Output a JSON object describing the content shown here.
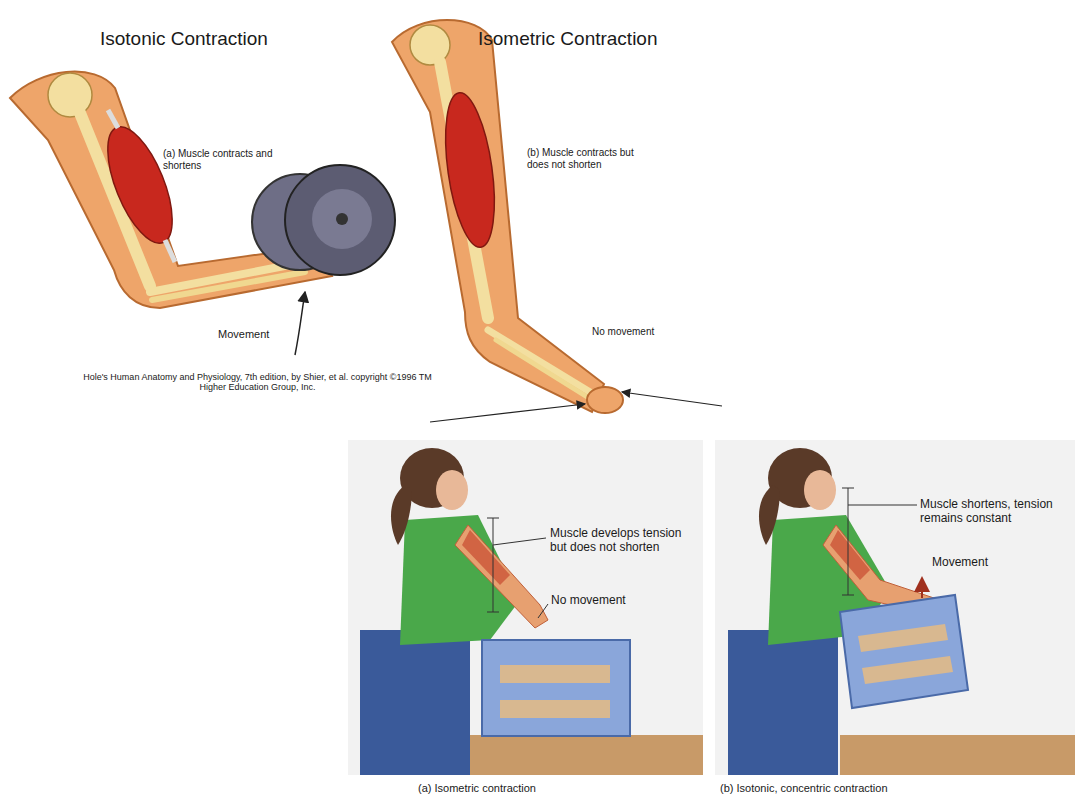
{
  "diagram": {
    "labels": [
      "Isotonic Contraction",
      "Isometric Contraction",
      "(a) Muscle contracts and shortens",
      "(b) Muscle contracts but does not shorten",
      "Movement",
      "No movement",
      "Hole's Human Anatomy and Physiology, 7th edition, by Shier, et al. copyright ©1996 TM Higher Education Group, Inc.",
      "Muscle develops tension but does not shorten",
      "No movement",
      "(a) Isometric contraction",
      "Muscle shortens, tension remains constant",
      "Movement",
      "(b) Isotonic, concentric contraction"
    ]
  }
}
